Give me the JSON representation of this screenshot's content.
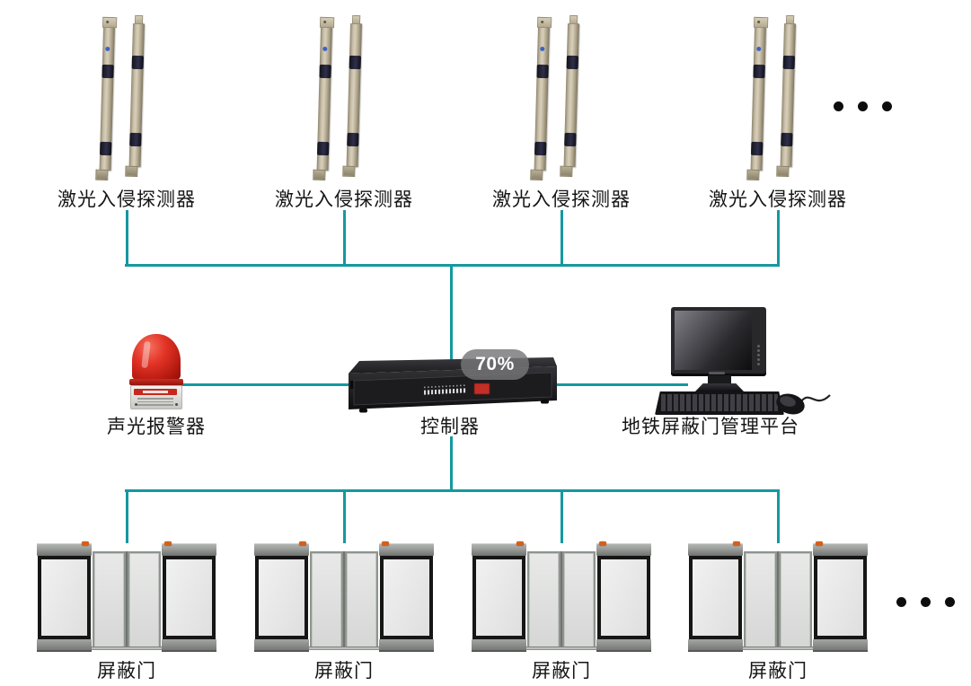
{
  "colors": {
    "accent": "#1598a0",
    "text": "#151515",
    "background": "#ffffff"
  },
  "top_row": {
    "detectors": [
      {
        "label": "激光入侵探测器"
      },
      {
        "label": "激光入侵探测器"
      },
      {
        "label": "激光入侵探测器"
      },
      {
        "label": "激光入侵探测器"
      }
    ],
    "ellipsis_dots": 3
  },
  "middle_row": {
    "alarm_label": "声光报警器",
    "controller_label": "控制器",
    "controller_badge": "70%",
    "platform_label": "地铁屏蔽门管理平台"
  },
  "bottom_row": {
    "doors": [
      {
        "label": "屏蔽门"
      },
      {
        "label": "屏蔽门"
      },
      {
        "label": "屏蔽门"
      },
      {
        "label": "屏蔽门"
      }
    ],
    "ellipsis_dots": 3
  }
}
